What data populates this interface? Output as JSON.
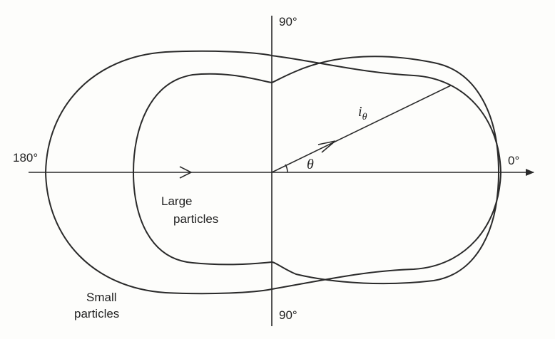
{
  "labels": {
    "top_angle": "90°",
    "bottom_angle": "90°",
    "left_angle": "180°",
    "right_angle": "0°",
    "theta": "θ",
    "intensity_symbol": "i",
    "intensity_subscript": "θ",
    "large_line1": "Large",
    "large_line2": "particles",
    "small_line1": "Small",
    "small_line2": "particles"
  },
  "colors": {
    "ink": "#2a2a2a",
    "background": "#fdfdfb"
  }
}
